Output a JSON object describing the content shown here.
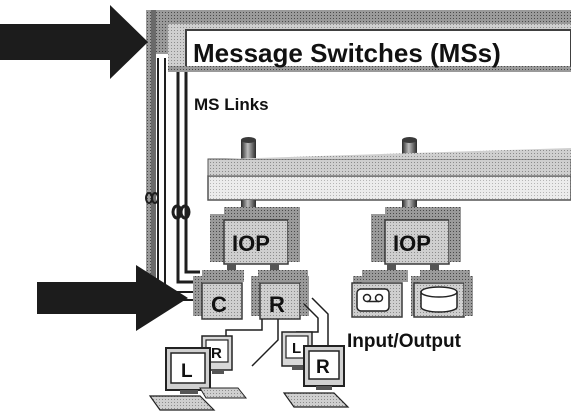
{
  "title": "Message Switches (MSs)",
  "ms_links_label": "MS Links",
  "iop_labels": [
    "IOP",
    "IOP"
  ],
  "cluster_labels": [
    "C",
    "R"
  ],
  "terminal_labels": [
    "R",
    "L",
    "L",
    "R"
  ],
  "io_label": "Input/Output",
  "icons": [
    "arrow-top",
    "arrow-bottom",
    "tape-drive-icon",
    "disk-drive-icon",
    "workstation-icon"
  ],
  "colors": {
    "frame": "#404040",
    "panel": "#d8d8d8",
    "panel_dark": "#8a8a8a",
    "arrow": "#1a1a1a",
    "bus": "#e6e6e6"
  }
}
